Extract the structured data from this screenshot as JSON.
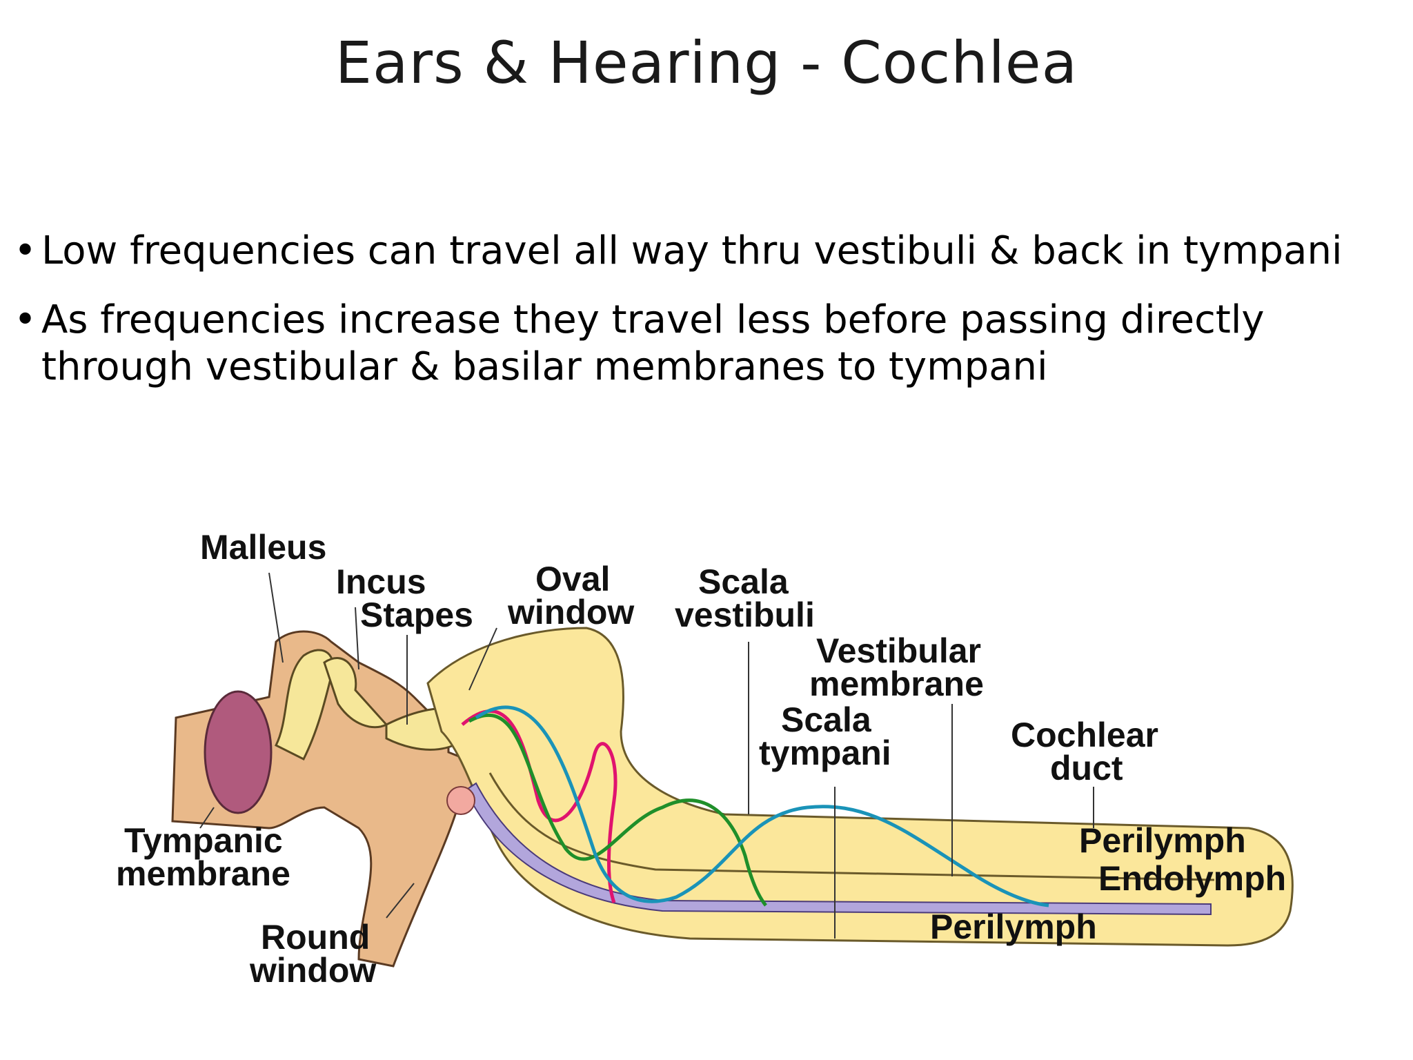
{
  "title": "Ears & Hearing - Cochlea",
  "bullets": [
    "Low frequencies can travel all way thru vestibuli & back in tympani",
    "As frequencies increase they travel less before passing directly through vestibular & basilar membranes to tympani"
  ],
  "bullet_glyph": "•",
  "diagram": {
    "labels": {
      "malleus": "Malleus",
      "incus": "Incus",
      "stapes": "Stapes",
      "oval_line1": "Oval",
      "oval_line2": "window",
      "scala_v_line1": "Scala",
      "scala_v_line2": "vestibuli",
      "vest_mem_line1": "Vestibular",
      "vest_mem_line2": "membrane",
      "scala_t_line1": "Scala",
      "scala_t_line2": "tympani",
      "cochlear_line1": "Cochlear",
      "cochlear_line2": "duct",
      "perilymph_top": "Perilymph",
      "endolymph": "Endolymph",
      "perilymph_bottom": "Perilymph",
      "tympanic_line1": "Tympanic",
      "tympanic_line2": "membrane",
      "round_line1": "Round",
      "round_line2": "window"
    },
    "colors": {
      "cochlea_fill": "#fbe79b",
      "ossicle_fill": "#f6e79a",
      "canal_fill": "#e9b98a",
      "tympanic_fill": "#b05a7d",
      "round_window_fill": "#f2a9a0",
      "basilar_fill": "#b2a6dc",
      "wave_magenta": "#e0136e",
      "wave_green": "#1f8f2a",
      "wave_teal": "#1a93b8"
    }
  }
}
